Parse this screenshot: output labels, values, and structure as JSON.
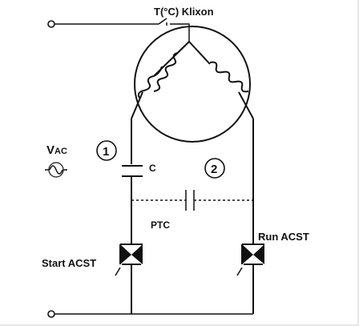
{
  "labels": {
    "klixon": "T(°C) Klixon",
    "vac_main": "V",
    "vac_sub": "AC",
    "capacitor": "C",
    "marker_1": "1",
    "marker_2": "2",
    "ptc": "PTC",
    "run_acst": "Run ACST",
    "start_acst": "Start ACST"
  },
  "colors": {
    "ink": "#111111",
    "background": "#ffffff"
  }
}
